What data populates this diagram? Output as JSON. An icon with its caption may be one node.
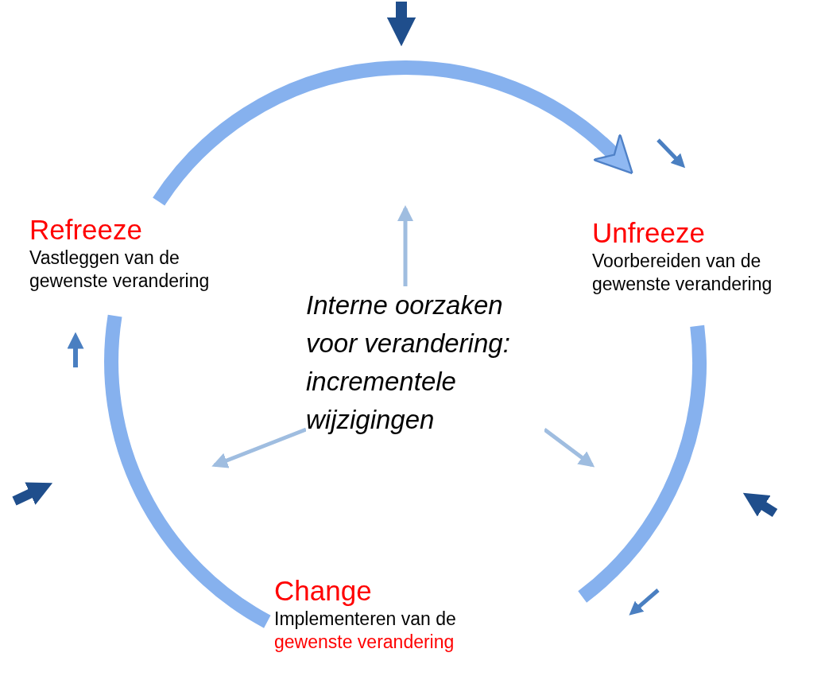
{
  "diagram": {
    "nodes": [
      {
        "text": [
          "Refreeze",
          "Vastleggen van de gewenste verandering"
        ]
      },
      {
        "text": [
          "Unfreeze",
          "Voorbereiden van de gewenste verandering"
        ]
      },
      {
        "text": [
          "Change",
          "Implementeren van de",
          "gewenste verandering"
        ]
      },
      {
        "text": [
          "Interne oorzaken voor verandering: incrementele wijzigingen"
        ]
      }
    ],
    "edges": [
      {
        "from": 2,
        "to": 1,
        "arrow": "none",
        "style": "thick"
      },
      {
        "from": 0,
        "to": 1,
        "arrow": "to",
        "style": "thick"
      },
      {
        "from": 0,
        "to": 2,
        "arrow": "none",
        "style": "thick"
      },
      {
        "from": 3,
        "to": null,
        "arrow": "to"
      },
      {
        "from": 3,
        "to": null,
        "arrow": "to"
      },
      {
        "from": 3,
        "to": null,
        "arrow": "to"
      }
    ]
  }
}
